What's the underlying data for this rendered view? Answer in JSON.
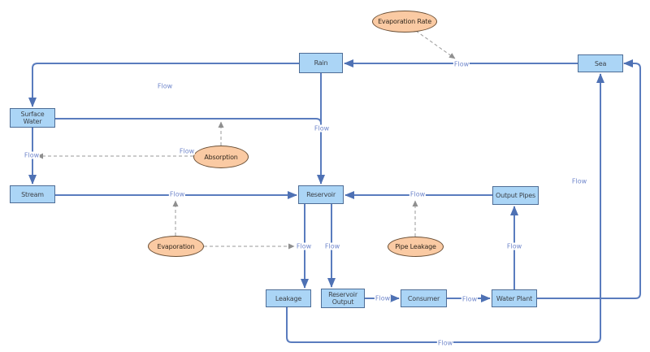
{
  "diagram": {
    "colors": {
      "background": "#FFFFFF",
      "stock_fill": "#ABD5F6",
      "stock_border": "#4E6D96",
      "stock_text": "#3D4249",
      "converter_fill": "#FACAA3",
      "converter_border": "#6B4F35",
      "converter_text": "#33291E",
      "flow_line": "#5A7CBE",
      "arrow_head": "#4E71B4",
      "flow_label_text": "#6F86CB",
      "dashed_connector": "#9A9A9A"
    },
    "stocks": [
      {
        "id": "rain",
        "label": "Rain"
      },
      {
        "id": "sea",
        "label": "Sea"
      },
      {
        "id": "surface-water",
        "label": "Surface Water"
      },
      {
        "id": "stream",
        "label": "Stream"
      },
      {
        "id": "reservoir",
        "label": "Reservoir"
      },
      {
        "id": "output-pipes",
        "label": "Output Pipes"
      },
      {
        "id": "leakage",
        "label": "Leakage"
      },
      {
        "id": "reservoir-output",
        "label": "Reservoir Output"
      },
      {
        "id": "consumer",
        "label": "Consumer"
      },
      {
        "id": "water-plant",
        "label": "Water Plant"
      }
    ],
    "converters": [
      {
        "id": "evaporation-rate",
        "label": "Evaporation Rate"
      },
      {
        "id": "absorption",
        "label": "Absorption"
      },
      {
        "id": "evaporation",
        "label": "Evaporation"
      },
      {
        "id": "pipe-leakage",
        "label": "Pipe Leakage"
      }
    ],
    "flow_labels": [
      {
        "on": "sea-to-rain",
        "label": "Flow"
      },
      {
        "on": "rain-to-surface-water",
        "label": "Flow"
      },
      {
        "on": "rain-to-reservoir",
        "label": "Flow"
      },
      {
        "on": "surface-water-to-stream",
        "label": "Flow"
      },
      {
        "on": "absorption-connector",
        "label": "Flow"
      },
      {
        "on": "stream-to-reservoir",
        "label": "Flow"
      },
      {
        "on": "output-pipes-to-reservoir",
        "label": "Flow"
      },
      {
        "on": "reservoir-to-leakage",
        "label": "Flow"
      },
      {
        "on": "reservoir-to-reservoir-output",
        "label": "Flow"
      },
      {
        "on": "water-plant-to-output-pipes",
        "label": "Flow"
      },
      {
        "on": "reservoir-output-to-consumer",
        "label": "Flow"
      },
      {
        "on": "consumer-to-water-plant",
        "label": "Flow"
      },
      {
        "on": "leakage-to-sea-vertical",
        "label": "Flow"
      },
      {
        "on": "leakage-to-sea-bottom",
        "label": "Flow"
      }
    ]
  }
}
